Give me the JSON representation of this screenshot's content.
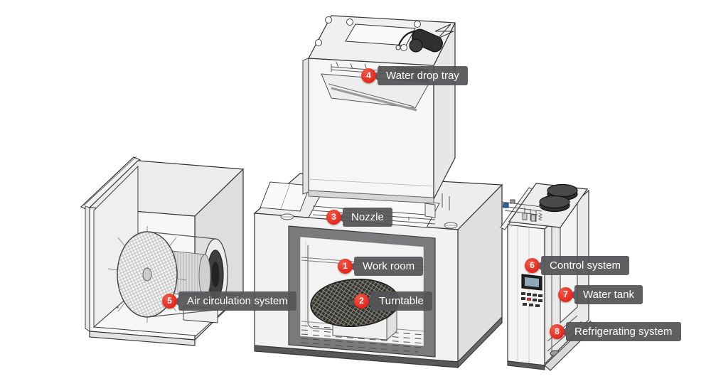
{
  "figure": {
    "alt": "Exploded line-art diagram of a test chamber: main work room box in the center, water-drop-tray unit lifted above it, air circulation box on the left, and control/water-tank/refrigeration cabinet on the right, with eight numbered part callouts.",
    "background": "#ffffff"
  },
  "colors": {
    "badge_red": "#e4271d",
    "tag_bg": "#545457",
    "tag_text": "#ffffff",
    "line": "#333333",
    "door_frame_gray": "#7b7b7e",
    "base_dark": "#57575a"
  },
  "callouts": [
    {
      "number": "1",
      "text": "Work room"
    },
    {
      "number": "2",
      "text": "Turntable"
    },
    {
      "number": "3",
      "text": "Nozzle"
    },
    {
      "number": "4",
      "text": "Water drop tray"
    },
    {
      "number": "5",
      "text": "Air circulation system"
    },
    {
      "number": "6",
      "text": "Control system"
    },
    {
      "number": "7",
      "text": "Water tank"
    },
    {
      "number": "8",
      "text": "Refrigerating system"
    }
  ]
}
